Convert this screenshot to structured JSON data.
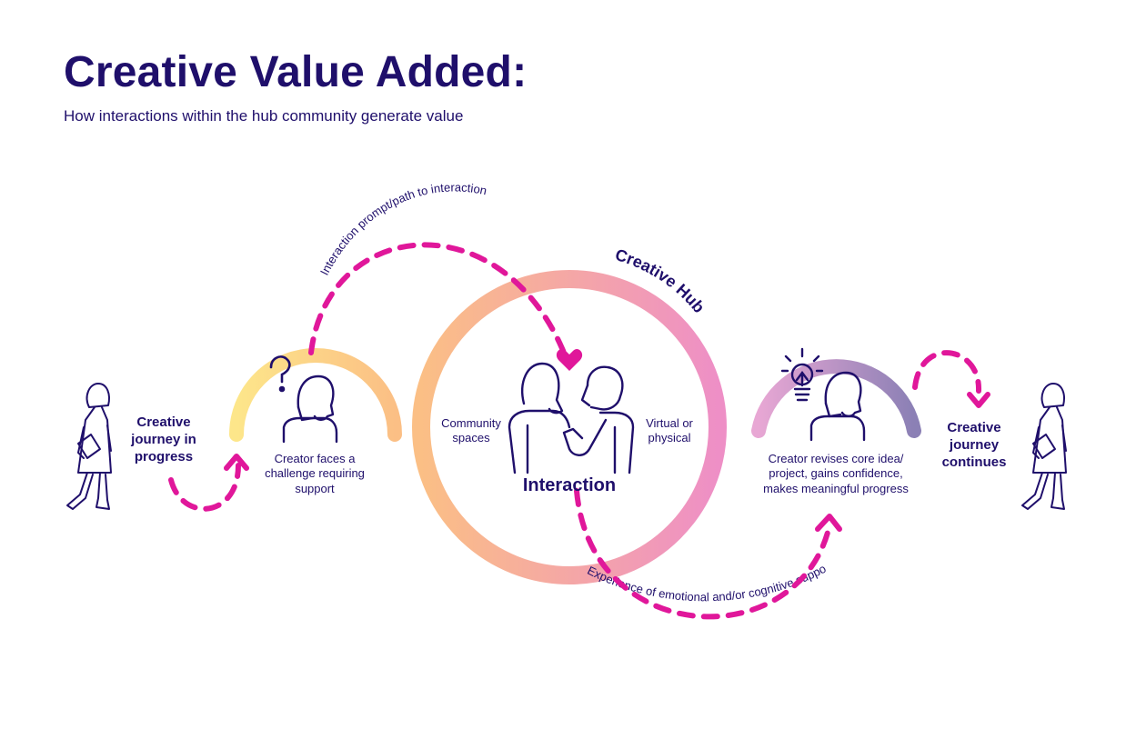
{
  "header": {
    "title": "Creative Value Added:",
    "subtitle": "How interactions within the hub community generate value"
  },
  "labels": {
    "journey_start": "Creative journey in progress",
    "challenge": "Creator faces a challenge requiring support",
    "community_spaces": "Community spaces",
    "virtual_or_physical": "Virtual or physical",
    "interaction": "Interaction",
    "hub": "Creative Hub",
    "revises": "Creator revises core idea/ project, gains confidence, makes meaningful progress",
    "journey_continues": "Creative journey continues",
    "prompt_path": "Interaction prompt/path to interaction",
    "support_path": "Experience of emotional and/or cognitive support"
  },
  "colors": {
    "navy": "#1f0f6b",
    "magenta": "#e0179a",
    "hub_start": "#fbbf85",
    "hub_end": "#ee8fc6",
    "arc_left_start": "#fde68a",
    "arc_left_end": "#fbbf85",
    "arc_right_start": "#e8a7d4",
    "arc_right_end": "#8b80b5"
  },
  "icons": [
    "walking-woman-icon",
    "question-mark-icon",
    "person-icon",
    "two-people-talking-icon",
    "lightbulb-icon",
    "heart-icon"
  ]
}
